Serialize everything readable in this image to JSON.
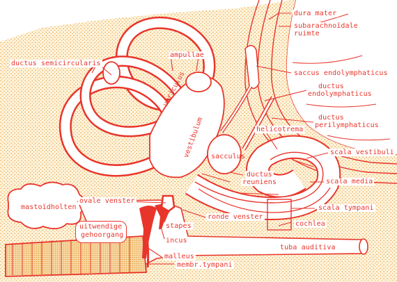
{
  "labels": {
    "dura_mater": "dura mater",
    "subarachnoidale": "subarachnoïdale",
    "ruimte": "ruimte",
    "ductus_semicircularis": "ductus semicircularis",
    "ampullae": "ampullae",
    "saccus_endolymphaticus": "saccus endolymphaticus",
    "ductus_endolymphaticus_1": "ductus",
    "ductus_endolymphaticus_2": "endolymphaticus",
    "ductus_perilymphaticus_1": "ductus",
    "ductus_perilymphaticus_2": "perilymphaticus",
    "utriculus": "utriculus",
    "vestibulum": "vestibulum",
    "helicotrema": "helicotrema",
    "scala_vestibuli": "scala vestibuli",
    "sacculus": "sacculus",
    "ductus_reuniens_1": "ductus",
    "ductus_reuniens_2": "reuniens",
    "scala_media": "scala media",
    "ovale_venster": "ovale venster",
    "mastoidholten": "mastoïdholten",
    "ronde_venster": "ronde venster",
    "scala_tympani": "scala tympani",
    "uitwendige_1": "uitwendige",
    "uitwendige_2": "gehoorgang",
    "stapes": "stapes",
    "cochlea": "cochlea",
    "incus": "incus",
    "tuba_auditiva": "tuba auditiva",
    "malleus": "malleus",
    "membr_tympani": "membr.tympani"
  },
  "colors": {
    "red": "#e8352b",
    "dots": "#e8a23c",
    "background": "#fdf3dc",
    "ossicle": "#e8352b"
  }
}
